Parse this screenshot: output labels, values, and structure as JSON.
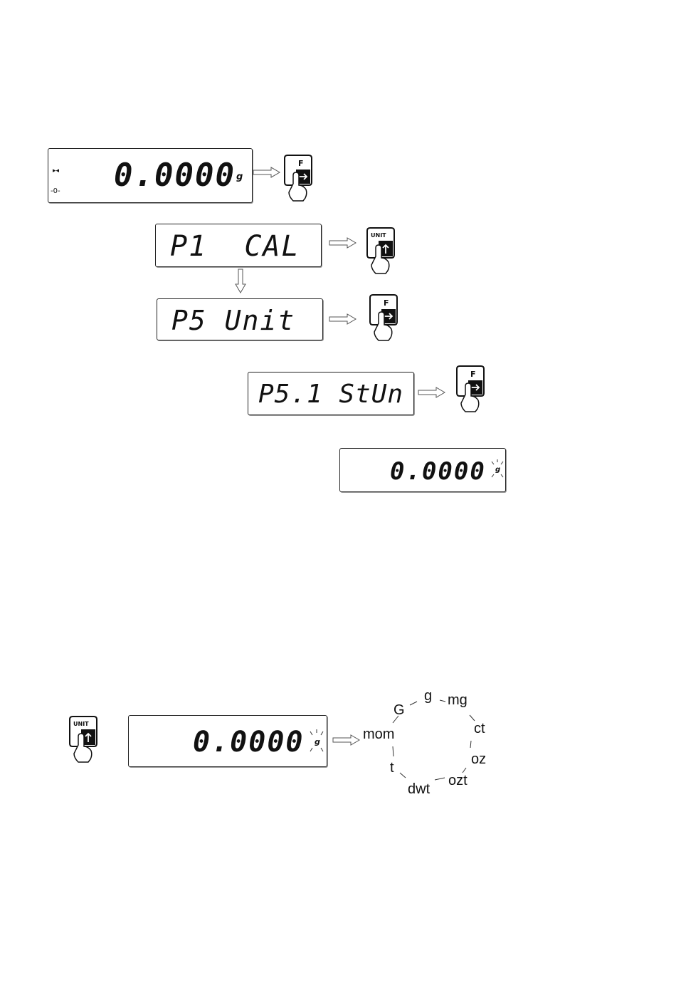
{
  "displays": {
    "d1": {
      "value": "0.0000",
      "unit": "g",
      "stable_icon": "▸◂",
      "zero_icon": "-0-"
    },
    "d2": {
      "text": "P1  CAL"
    },
    "d3": {
      "text": "P5 Unit"
    },
    "d4": {
      "text": "P5.1 StUn"
    },
    "d5": {
      "value": "0.0000",
      "unit": "g"
    },
    "d6": {
      "value": "0.0000",
      "unit": "g"
    }
  },
  "keys": {
    "f_label": "F",
    "unit_label": "UNIT"
  },
  "icons": {
    "f_key": "f-key-press-icon",
    "unit_key": "unit-key-press-icon",
    "arrow_right": "hollow-arrow-right-icon",
    "arrow_down": "hollow-arrow-down-icon",
    "blink": "blink-rays-icon"
  },
  "unit_cycle": [
    "g",
    "mg",
    "ct",
    "oz",
    "ozt",
    "dwt",
    "t",
    "mom",
    "G"
  ]
}
